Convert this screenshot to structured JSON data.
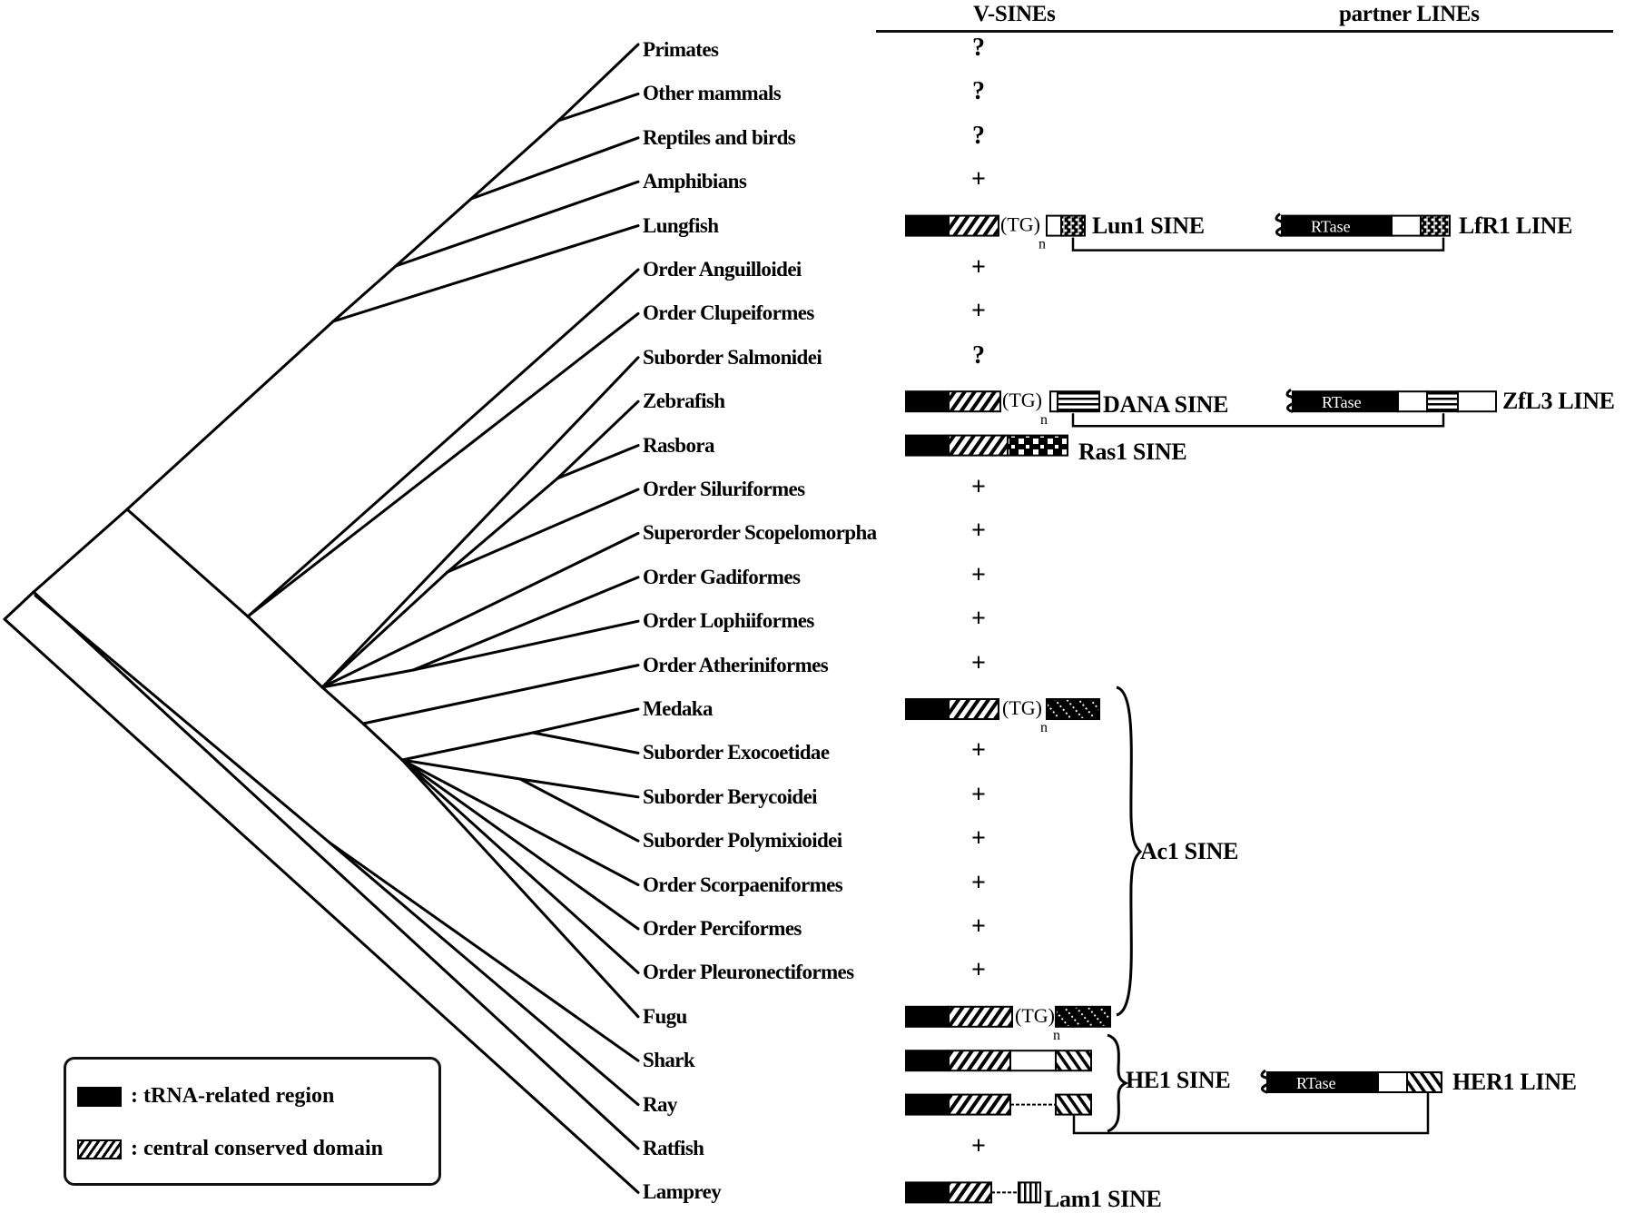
{
  "header": {
    "vsines_title": "V-SINEs",
    "partner_lines_title": "partner LINEs"
  },
  "taxa": [
    {
      "name": "Primates",
      "status": "?"
    },
    {
      "name": "Other mammals",
      "status": "?"
    },
    {
      "name": "Reptiles and birds",
      "status": "?"
    },
    {
      "name": "Amphibians",
      "status": "+"
    },
    {
      "name": "Lungfish",
      "status": "diagram"
    },
    {
      "name": "Order Anguilloidei",
      "status": "+"
    },
    {
      "name": "Order Clupeiformes",
      "status": "+"
    },
    {
      "name": "Suborder Salmonidei",
      "status": "?"
    },
    {
      "name": "Zebrafish",
      "status": "diagram"
    },
    {
      "name": "Rasbora",
      "status": "diagram"
    },
    {
      "name": "Order Siluriformes",
      "status": "+"
    },
    {
      "name": "Superorder Scopelomorpha",
      "status": "+"
    },
    {
      "name": "Order Gadiformes",
      "status": "+"
    },
    {
      "name": "Order Lophiiformes",
      "status": "+"
    },
    {
      "name": "Order Atheriniformes",
      "status": "+"
    },
    {
      "name": "Medaka",
      "status": "diagram"
    },
    {
      "name": "Suborder Exocoetidae",
      "status": "+"
    },
    {
      "name": "Suborder Berycoidei",
      "status": "+"
    },
    {
      "name": "Suborder Polymixioidei",
      "status": "+"
    },
    {
      "name": "Order Scorpaeniformes",
      "status": "+"
    },
    {
      "name": "Order Perciformes",
      "status": "+"
    },
    {
      "name": "Order Pleuronectiformes",
      "status": "+"
    },
    {
      "name": "Fugu",
      "status": "diagram"
    },
    {
      "name": "Shark",
      "status": "diagram"
    },
    {
      "name": "Ray",
      "status": "diagram"
    },
    {
      "name": "Ratfish",
      "status": "+"
    },
    {
      "name": "Lamprey",
      "status": "diagram"
    }
  ],
  "sines": {
    "lun1": "Lun1 SINE",
    "dana": "DANA SINE",
    "ras1": "Ras1 SINE",
    "ac1": "Ac1 SINE",
    "he1": "HE1 SINE",
    "lam1": "Lam1 SINE"
  },
  "lines": {
    "lfr1": "LfR1 LINE",
    "zfl3": "ZfL3 LINE",
    "her1": "HER1 LINE",
    "rtase_label": "RTase"
  },
  "repeat": {
    "tg": "(TG)",
    "n": "n"
  },
  "legend": {
    "items": [
      {
        "swatch": "solid-black",
        "label": ": tRNA-related region"
      },
      {
        "swatch": "hatched",
        "label": ": central conserved domain"
      }
    ]
  },
  "colors": {
    "ink": "#000000",
    "background": "#ffffff"
  }
}
